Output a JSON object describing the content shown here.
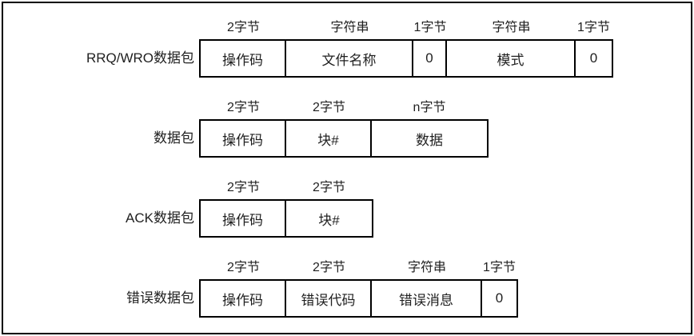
{
  "figure": {
    "title": "TFTP packet format diagram",
    "colors": {
      "border": "#000000",
      "text": "#1f1f1f",
      "background": "#ffffff"
    },
    "rows": [
      {
        "label": "RRQ/WRO数据包",
        "fields": [
          {
            "size": "2字节",
            "name": "操作码"
          },
          {
            "size": "字符串",
            "name": "文件名称"
          },
          {
            "size": "1字节",
            "name": "0"
          },
          {
            "size": "字符串",
            "name": "模式"
          },
          {
            "size": "1字节",
            "name": "0"
          }
        ]
      },
      {
        "label": "数据包",
        "fields": [
          {
            "size": "2字节",
            "name": "操作码"
          },
          {
            "size": "2字节",
            "name": "块#"
          },
          {
            "size": "n字节",
            "name": "数据"
          }
        ]
      },
      {
        "label": "ACK数据包",
        "fields": [
          {
            "size": "2字节",
            "name": "操作码"
          },
          {
            "size": "2字节",
            "name": "块#"
          }
        ]
      },
      {
        "label": "错误数据包",
        "fields": [
          {
            "size": "2字节",
            "name": "操作码"
          },
          {
            "size": "2字节",
            "name": "错误代码"
          },
          {
            "size": "字符串",
            "name": "错误消息"
          },
          {
            "size": "1字节",
            "name": "0"
          }
        ]
      }
    ]
  }
}
